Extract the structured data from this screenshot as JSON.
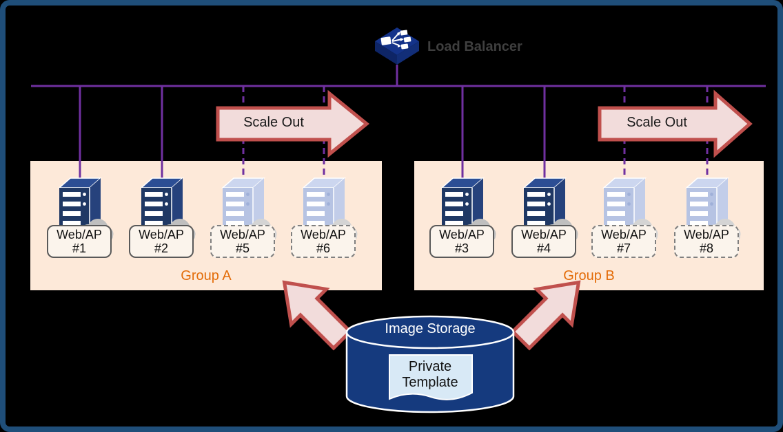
{
  "load_balancer": {
    "label": "Load Balancer"
  },
  "network": {
    "scale_out_label": "Scale Out"
  },
  "groups": [
    {
      "label": "Group A",
      "servers": [
        {
          "name": "Web/AP",
          "number": "#1",
          "state": "active"
        },
        {
          "name": "Web/AP",
          "number": "#2",
          "state": "active"
        },
        {
          "name": "Web/AP",
          "number": "#5",
          "state": "standby"
        },
        {
          "name": "Web/AP",
          "number": "#6",
          "state": "standby"
        }
      ]
    },
    {
      "label": "Group B",
      "servers": [
        {
          "name": "Web/AP",
          "number": "#3",
          "state": "active"
        },
        {
          "name": "Web/AP",
          "number": "#4",
          "state": "active"
        },
        {
          "name": "Web/AP",
          "number": "#7",
          "state": "standby"
        },
        {
          "name": "Web/AP",
          "number": "#8",
          "state": "standby"
        }
      ]
    }
  ],
  "storage": {
    "title": "Image Storage",
    "template": {
      "line1": "Private",
      "line2": "Template"
    }
  },
  "icons": {
    "load_balancer": "network-switch-3d",
    "server_active": "server-tower-blue",
    "server_standby": "server-tower-faded",
    "cloud": "cloud-overlay",
    "storage": "database-cylinder",
    "scale_out": "right-block-arrow",
    "deploy": "diagonal-block-arrow"
  },
  "colors": {
    "connector_purple": "#7030A0",
    "group_fill": "#FDE9D9",
    "group_label_orange": "#E36C09",
    "scale_arrow_fill": "#F2DCDB",
    "scale_arrow_border": "#C0504D",
    "server_active_blue": "#1F3864",
    "server_standby_blue": "#B6C3E3",
    "cloud_gray": "#BFBFBF",
    "storage_blue": "#153A7E",
    "template_fill": "#D8E9F6",
    "frame_border": "#1F4E79",
    "background": "#000000",
    "label_text": "#3F3F3F"
  }
}
